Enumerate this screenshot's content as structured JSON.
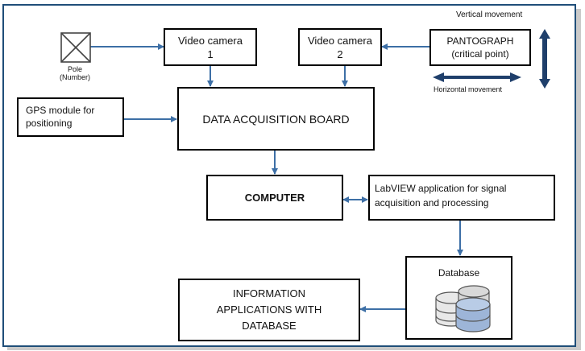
{
  "nodes": {
    "pole": {
      "label": "Pole\n(Number)"
    },
    "camera1": {
      "line1": "Video camera",
      "line2": "1"
    },
    "camera2": {
      "line1": "Video camera",
      "line2": "2"
    },
    "pantograph": {
      "line1": "PANTOGRAPH",
      "line2": "(critical point)"
    },
    "gps": {
      "line1": "GPS module for",
      "line2": "positioning"
    },
    "daq": {
      "label": "DATA ACQUISITION BOARD"
    },
    "computer": {
      "label": "COMPUTER"
    },
    "labview": {
      "line1": "LabVIEW application for signal",
      "line2": "acquisition and processing"
    },
    "database": {
      "label": "Database"
    },
    "info": {
      "line1": "INFORMATION",
      "line2": "APPLICATIONS WITH",
      "line3": "DATABASE"
    }
  },
  "annotations": {
    "vertical": "Vertical movement",
    "horizontal": "Horizontal movement"
  },
  "colors": {
    "arrow": "#3d6fa6",
    "dark_arrow": "#1f3f6b",
    "frame": "#1f4e79"
  },
  "edges": [
    {
      "from": "pole",
      "to": "camera1"
    },
    {
      "from": "camera1",
      "to": "daq"
    },
    {
      "from": "pantograph",
      "to": "camera2"
    },
    {
      "from": "camera2",
      "to": "daq"
    },
    {
      "from": "gps",
      "to": "daq"
    },
    {
      "from": "daq",
      "to": "computer"
    },
    {
      "from": "computer",
      "to": "labview",
      "bidirectional": true
    },
    {
      "from": "labview",
      "to": "database"
    },
    {
      "from": "database",
      "to": "info"
    }
  ]
}
